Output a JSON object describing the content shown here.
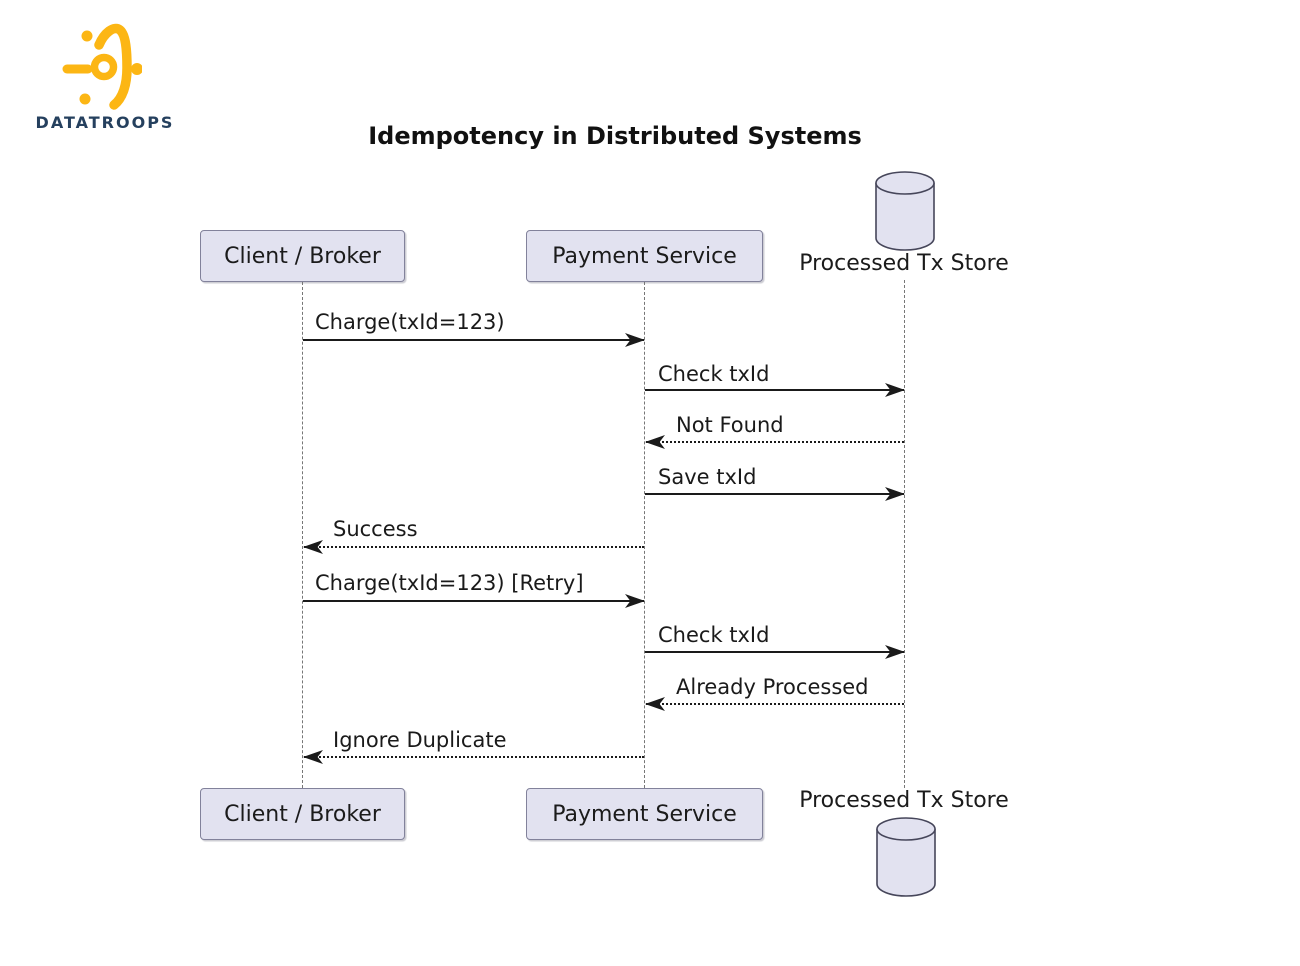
{
  "logo": {
    "brand": "DATATROOPS",
    "icon": "sunburst-icon",
    "icon_color": "#FCB614",
    "text_color": "#25405E"
  },
  "diagram": {
    "title": "Idempotency in Distributed Systems",
    "participants": [
      {
        "id": "client",
        "label": "Client / Broker",
        "type": "box"
      },
      {
        "id": "payment",
        "label": "Payment Service",
        "type": "box"
      },
      {
        "id": "store",
        "label": "Processed Tx Store",
        "type": "database"
      }
    ],
    "messages": [
      {
        "from": "client",
        "to": "payment",
        "label": "Charge(txId=123)",
        "line": "solid"
      },
      {
        "from": "payment",
        "to": "store",
        "label": "Check txId",
        "line": "solid"
      },
      {
        "from": "store",
        "to": "payment",
        "label": "Not Found",
        "line": "dotted"
      },
      {
        "from": "payment",
        "to": "store",
        "label": "Save txId",
        "line": "solid"
      },
      {
        "from": "payment",
        "to": "client",
        "label": "Success",
        "line": "dotted"
      },
      {
        "from": "client",
        "to": "payment",
        "label": "Charge(txId=123) [Retry]",
        "line": "solid"
      },
      {
        "from": "payment",
        "to": "store",
        "label": "Check txId",
        "line": "solid"
      },
      {
        "from": "store",
        "to": "payment",
        "label": "Already Processed",
        "line": "dotted"
      },
      {
        "from": "payment",
        "to": "client",
        "label": "Ignore Duplicate",
        "line": "dotted"
      }
    ],
    "colors": {
      "participant_fill": "#E2E2F0",
      "participant_border": "#82829b",
      "arrow": "#1a1a1a",
      "lifeline": "#767676"
    }
  }
}
